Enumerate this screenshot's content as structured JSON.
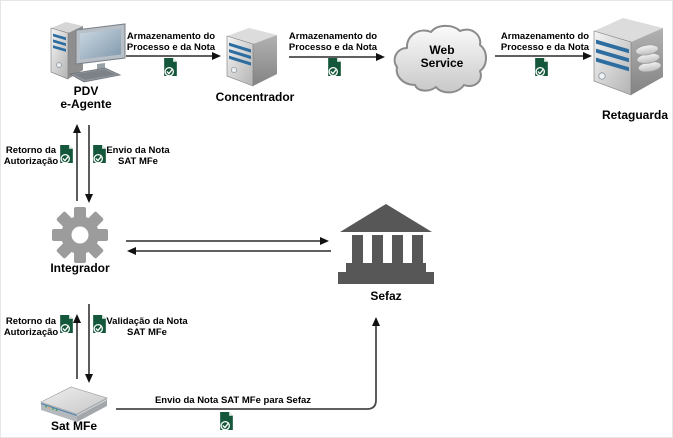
{
  "diagram": {
    "nodes": {
      "pdv": {
        "label": "PDV\ne-Agente",
        "icon": "desktop-computer-icon"
      },
      "concentrador": {
        "label": "Concentrador",
        "icon": "server-tower-icon"
      },
      "web_service": {
        "label": "Web\nService",
        "icon": "cloud-icon"
      },
      "retaguarda": {
        "label": "Retaguarda",
        "icon": "database-server-icon"
      },
      "integrador": {
        "label": "Integrador",
        "icon": "gear-icon"
      },
      "sefaz": {
        "label": "Sefaz",
        "icon": "bank-building-icon"
      },
      "sat_mfe": {
        "label": "Sat MFe",
        "icon": "network-device-icon"
      }
    },
    "edges": {
      "pdv_to_concentrador": {
        "label": "Armazenamento do\nProcesso e da Nota",
        "direction": "right",
        "icon": "document-check-icon"
      },
      "concentrador_to_web_service": {
        "label": "Armazenamento do\nProcesso e da Nota",
        "direction": "right",
        "icon": "document-check-icon"
      },
      "web_service_to_retaguarda": {
        "label": "Armazenamento do\nProcesso e da Nota",
        "direction": "right",
        "icon": "document-check-icon"
      },
      "integrador_to_pdv": {
        "label": "Retorno da\nAutorização",
        "direction": "up",
        "icon": "document-check-icon"
      },
      "pdv_to_integrador": {
        "label": "Envio da Nota\nSAT MFe",
        "direction": "down",
        "icon": "document-check-icon"
      },
      "integrador_to_sefaz": {
        "direction": "right"
      },
      "sefaz_to_integrador": {
        "direction": "left"
      },
      "sat_mfe_to_integrador": {
        "label": "Retorno da\nAutorização",
        "direction": "up",
        "icon": "document-check-icon"
      },
      "integrador_to_sat_mfe": {
        "label": "Validação da Nota\nSAT MFe",
        "direction": "down",
        "icon": "document-check-icon"
      },
      "sat_mfe_to_sefaz": {
        "label": "Envio da Nota SAT MFe para Sefaz",
        "direction": "up-elbow",
        "icon": "document-check-icon"
      }
    },
    "colors": {
      "background": "#ffffff",
      "connector_line": "#4a4a4a",
      "arrowhead": "#111111",
      "document_icon_green": "#15573a",
      "node_blue_accent": "#2e6da0",
      "gear_gray": "#9c9c9c",
      "building_gray": "#575757",
      "text": "#000000"
    }
  }
}
